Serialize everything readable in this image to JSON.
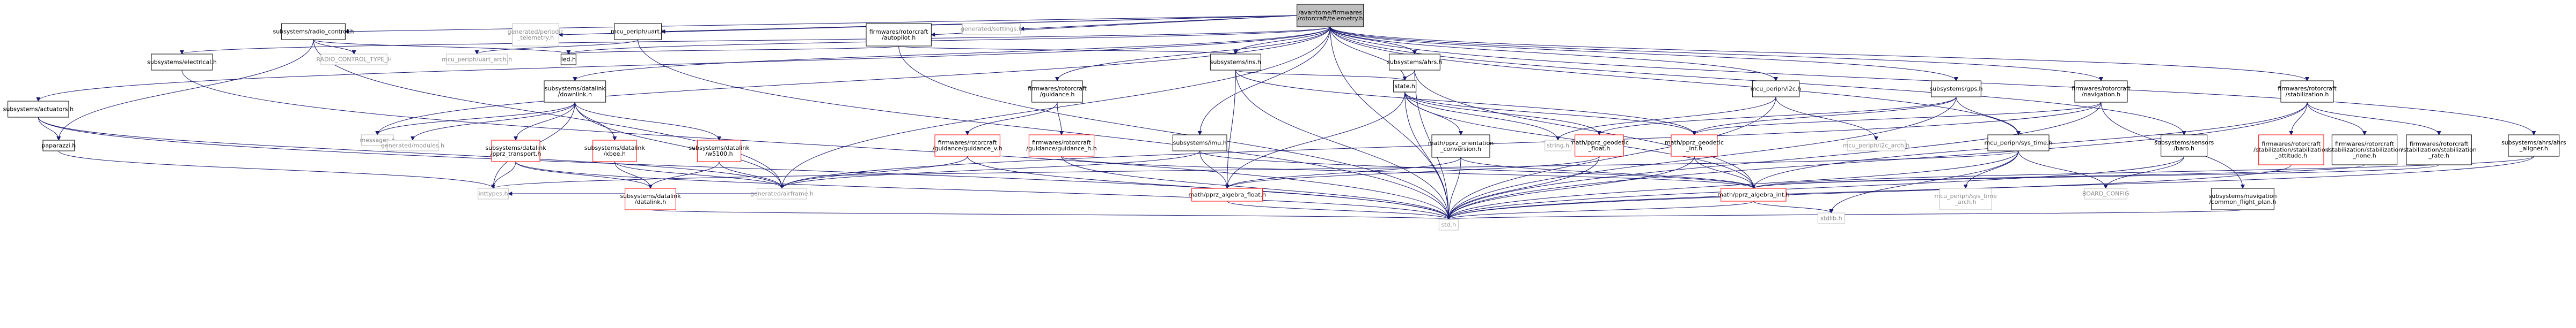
{
  "colors": {
    "edge": "#191970",
    "border_normal": "#000000",
    "border_missing": "#ff0000",
    "border_system": "#bfbfbf",
    "fill_root": "#bfbfbf",
    "fill_normal": "#ffffff",
    "text": "#000000",
    "text_system": "#8c8c8c"
  },
  "nodes": [
    {
      "id": "root",
      "lines": [
        "/avar/tome/firmwares",
        "/rotorcraft/telemetry.h"
      ],
      "kind": "root"
    },
    {
      "id": "radio",
      "lines": [
        "subsystems/radio_control.h"
      ],
      "kind": "normal"
    },
    {
      "id": "periodic",
      "lines": [
        "generated/periodic",
        "_telemetry.h"
      ],
      "kind": "system"
    },
    {
      "id": "uart",
      "lines": [
        "mcu_periph/uart.h"
      ],
      "kind": "normal"
    },
    {
      "id": "autopilot",
      "lines": [
        "firmwares/rotorcraft",
        "/autopilot.h"
      ],
      "kind": "normal"
    },
    {
      "id": "settings",
      "lines": [
        "generated/settings.h"
      ],
      "kind": "system"
    },
    {
      "id": "actuators",
      "lines": [
        "subsystems/actuators.h"
      ],
      "kind": "normal"
    },
    {
      "id": "electrical",
      "lines": [
        "subsystems/electrical.h"
      ],
      "kind": "normal"
    },
    {
      "id": "rctype",
      "lines": [
        "RADIO_CONTROL_TYPE_H"
      ],
      "kind": "system"
    },
    {
      "id": "uartarch",
      "lines": [
        "mcu_periph/uart_arch.h"
      ],
      "kind": "system"
    },
    {
      "id": "led",
      "lines": [
        "led.h"
      ],
      "kind": "normal"
    },
    {
      "id": "ins",
      "lines": [
        "subsystems/ins.h"
      ],
      "kind": "normal"
    },
    {
      "id": "ahrs",
      "lines": [
        "subsystems/ahrs.h"
      ],
      "kind": "normal"
    },
    {
      "id": "paparazzi",
      "lines": [
        "paparazzi.h"
      ],
      "kind": "normal"
    },
    {
      "id": "downlink",
      "lines": [
        "subsystems/datalink",
        "/downlink.h"
      ],
      "kind": "normal"
    },
    {
      "id": "messages",
      "lines": [
        "messages.h"
      ],
      "kind": "system"
    },
    {
      "id": "genmodules",
      "lines": [
        "generated/modules.h"
      ],
      "kind": "system"
    },
    {
      "id": "pprz_tr",
      "lines": [
        "subsystems/datalink",
        "/pprz_transport.h"
      ],
      "kind": "missing"
    },
    {
      "id": "xbee",
      "lines": [
        "subsystems/datalink",
        "/xbee.h"
      ],
      "kind": "missing"
    },
    {
      "id": "w5100",
      "lines": [
        "subsystems/datalink",
        "/w5100.h"
      ],
      "kind": "missing"
    },
    {
      "id": "datalink",
      "lines": [
        "subsystems/datalink",
        "/datalink.h"
      ],
      "kind": "missing"
    },
    {
      "id": "airframe",
      "lines": [
        "generated/airframe.h"
      ],
      "kind": "system"
    },
    {
      "id": "inttypes",
      "lines": [
        "inttypes.h"
      ],
      "kind": "system"
    },
    {
      "id": "guidance",
      "lines": [
        "firmwares/rotorcraft",
        "/guidance.h"
      ],
      "kind": "normal"
    },
    {
      "id": "guid_v",
      "lines": [
        "firmwares/rotorcraft",
        "/guidance/guidance_v.h"
      ],
      "kind": "missing"
    },
    {
      "id": "guid_h",
      "lines": [
        "firmwares/rotorcraft",
        "/guidance/guidance_h.h"
      ],
      "kind": "missing"
    },
    {
      "id": "imu",
      "lines": [
        "subsystems/imu.h"
      ],
      "kind": "normal"
    },
    {
      "id": "state",
      "lines": [
        "state.h"
      ],
      "kind": "normal"
    },
    {
      "id": "orient",
      "lines": [
        "math/pprz_orientation",
        "_conversion.h"
      ],
      "kind": "normal"
    },
    {
      "id": "geofloat",
      "lines": [
        "math/pprz_geodetic",
        "_float.h"
      ],
      "kind": "missing"
    },
    {
      "id": "geoint",
      "lines": [
        "math/pprz_geodetic",
        "_int.h"
      ],
      "kind": "missing"
    },
    {
      "id": "algfloat",
      "lines": [
        "math/pprz_algebra_float.h"
      ],
      "kind": "missing"
    },
    {
      "id": "algint",
      "lines": [
        "math/pprz_algebra_int.h"
      ],
      "kind": "missing"
    },
    {
      "id": "string",
      "lines": [
        "string.h"
      ],
      "kind": "system"
    },
    {
      "id": "i2c",
      "lines": [
        "mcu_periph/i2c.h"
      ],
      "kind": "normal"
    },
    {
      "id": "gps",
      "lines": [
        "subsystems/gps.h"
      ],
      "kind": "normal"
    },
    {
      "id": "i2carch",
      "lines": [
        "mcu_periph/i2c_arch.h"
      ],
      "kind": "system"
    },
    {
      "id": "systime",
      "lines": [
        "mcu_periph/sys_time.h"
      ],
      "kind": "normal"
    },
    {
      "id": "systimearch",
      "lines": [
        "mcu_periph/sys_time",
        "_arch.h"
      ],
      "kind": "system"
    },
    {
      "id": "board",
      "lines": [
        "BOARD_CONFIG"
      ],
      "kind": "system"
    },
    {
      "id": "navigation",
      "lines": [
        "firmwares/rotorcraft",
        "/navigation.h"
      ],
      "kind": "normal"
    },
    {
      "id": "baro",
      "lines": [
        "subsystems/sensors",
        "/baro.h"
      ],
      "kind": "normal"
    },
    {
      "id": "flightplan",
      "lines": [
        "subsystems/navigation",
        "/common_flight_plan.h"
      ],
      "kind": "normal"
    },
    {
      "id": "stabilization",
      "lines": [
        "firmwares/rotorcraft",
        "/stabilization.h"
      ],
      "kind": "normal"
    },
    {
      "id": "stab_att",
      "lines": [
        "firmwares/rotorcraft",
        "/stabilization/stabilization",
        "_attitude.h"
      ],
      "kind": "missing"
    },
    {
      "id": "stab_none",
      "lines": [
        "firmwares/rotorcraft",
        "/stabilization/stabilization",
        "_none.h"
      ],
      "kind": "normal"
    },
    {
      "id": "stab_rate",
      "lines": [
        "firmwares/rotorcraft",
        "/stabilization/stabilization",
        "_rate.h"
      ],
      "kind": "normal"
    },
    {
      "id": "aligner",
      "lines": [
        "subsystems/ahrs/ahrs",
        "_aligner.h"
      ],
      "kind": "normal"
    },
    {
      "id": "stdlib",
      "lines": [
        "stdlib.h"
      ],
      "kind": "system"
    },
    {
      "id": "std",
      "lines": [
        "std.h"
      ],
      "kind": "system"
    }
  ],
  "edges": [
    [
      "root",
      "radio"
    ],
    [
      "root",
      "periodic"
    ],
    [
      "root",
      "uart"
    ],
    [
      "root",
      "autopilot"
    ],
    [
      "root",
      "settings"
    ],
    [
      "root",
      "actuators"
    ],
    [
      "root",
      "electrical"
    ],
    [
      "root",
      "messages"
    ],
    [
      "root",
      "downlink"
    ],
    [
      "root",
      "guidance"
    ],
    [
      "root",
      "imu"
    ],
    [
      "root",
      "ins"
    ],
    [
      "root",
      "ahrs"
    ],
    [
      "root",
      "state"
    ],
    [
      "root",
      "i2c"
    ],
    [
      "root",
      "gps"
    ],
    [
      "root",
      "systime"
    ],
    [
      "root",
      "navigation"
    ],
    [
      "root",
      "baro"
    ],
    [
      "root",
      "stabilization"
    ],
    [
      "root",
      "aligner"
    ],
    [
      "root",
      "led"
    ],
    [
      "root",
      "std"
    ],
    [
      "root",
      "airframe"
    ],
    [
      "radio",
      "rctype"
    ],
    [
      "radio",
      "led"
    ],
    [
      "radio",
      "paparazzi"
    ],
    [
      "radio",
      "airframe"
    ],
    [
      "uart",
      "uartarch"
    ],
    [
      "uart",
      "std"
    ],
    [
      "autopilot",
      "led"
    ],
    [
      "autopilot",
      "ins"
    ],
    [
      "autopilot",
      "std"
    ],
    [
      "actuators",
      "paparazzi"
    ],
    [
      "actuators",
      "airframe"
    ],
    [
      "actuators",
      "std"
    ],
    [
      "electrical",
      "std"
    ],
    [
      "paparazzi",
      "inttypes"
    ],
    [
      "ins",
      "state"
    ],
    [
      "ins",
      "algfloat"
    ],
    [
      "ins",
      "geoint"
    ],
    [
      "ins",
      "std"
    ],
    [
      "ahrs",
      "state"
    ],
    [
      "ahrs",
      "algint"
    ],
    [
      "ahrs",
      "std"
    ],
    [
      "downlink",
      "messages"
    ],
    [
      "downlink",
      "genmodules"
    ],
    [
      "downlink",
      "pprz_tr"
    ],
    [
      "downlink",
      "w5100"
    ],
    [
      "downlink",
      "xbee"
    ],
    [
      "downlink",
      "airframe"
    ],
    [
      "downlink",
      "inttypes"
    ],
    [
      "pprz_tr",
      "inttypes"
    ],
    [
      "pprz_tr",
      "std"
    ],
    [
      "pprz_tr",
      "datalink"
    ],
    [
      "xbee",
      "datalink"
    ],
    [
      "xbee",
      "airframe"
    ],
    [
      "w5100",
      "datalink"
    ],
    [
      "w5100",
      "airframe"
    ],
    [
      "datalink",
      "std"
    ],
    [
      "airframe",
      "inttypes"
    ],
    [
      "guidance",
      "guid_v"
    ],
    [
      "guidance",
      "guid_h"
    ],
    [
      "guid_v",
      "airframe"
    ],
    [
      "guid_v",
      "std"
    ],
    [
      "guid_h",
      "algint"
    ],
    [
      "guid_h",
      "std"
    ],
    [
      "imu",
      "algfloat"
    ],
    [
      "imu",
      "algint"
    ],
    [
      "imu",
      "airframe"
    ],
    [
      "state",
      "orient"
    ],
    [
      "state",
      "geofloat"
    ],
    [
      "state",
      "geoint"
    ],
    [
      "state",
      "algfloat"
    ],
    [
      "state",
      "algint"
    ],
    [
      "state",
      "string"
    ],
    [
      "state",
      "std"
    ],
    [
      "orient",
      "algfloat"
    ],
    [
      "orient",
      "algint"
    ],
    [
      "orient",
      "std"
    ],
    [
      "geofloat",
      "algfloat"
    ],
    [
      "geofloat",
      "std"
    ],
    [
      "geoint",
      "algint"
    ],
    [
      "geoint",
      "std"
    ],
    [
      "algint",
      "stdlib"
    ],
    [
      "algint",
      "std"
    ],
    [
      "algfloat",
      "std"
    ],
    [
      "i2c",
      "i2carch"
    ],
    [
      "i2c",
      "std"
    ],
    [
      "i2c",
      "string"
    ],
    [
      "gps",
      "geoint"
    ],
    [
      "gps",
      "geofloat"
    ],
    [
      "gps",
      "systime"
    ],
    [
      "gps",
      "std"
    ],
    [
      "systime",
      "systimearch"
    ],
    [
      "systime",
      "board"
    ],
    [
      "systime",
      "inttypes"
    ],
    [
      "systime",
      "stdlib"
    ],
    [
      "systime",
      "std"
    ],
    [
      "navigation",
      "geoint"
    ],
    [
      "navigation",
      "std"
    ],
    [
      "navigation",
      "flightplan"
    ],
    [
      "navigation",
      "airframe"
    ],
    [
      "baro",
      "board"
    ],
    [
      "baro",
      "std"
    ],
    [
      "stabilization",
      "stab_att"
    ],
    [
      "stabilization",
      "stab_none"
    ],
    [
      "stabilization",
      "stab_rate"
    ],
    [
      "stabilization",
      "algint"
    ],
    [
      "stabilization",
      "std"
    ],
    [
      "stab_none",
      "algint"
    ],
    [
      "stab_rate",
      "algint"
    ],
    [
      "stab_att",
      "std"
    ],
    [
      "aligner",
      "algint"
    ],
    [
      "aligner",
      "std"
    ],
    [
      "flightplan",
      "std"
    ]
  ]
}
